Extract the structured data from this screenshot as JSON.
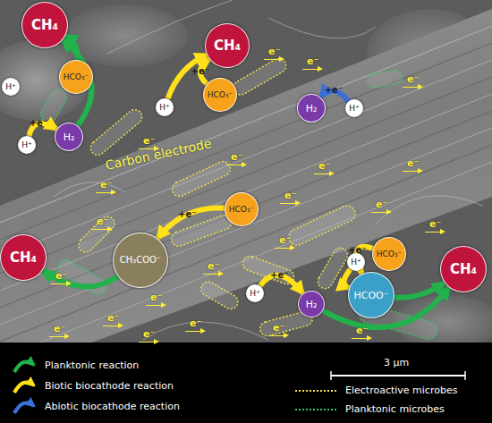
{
  "diagram": {
    "nodes": [
      {
        "text": [
          "CH₄"
        ]
      },
      {
        "text": [
          "CH₄"
        ]
      },
      {
        "text": [
          "HCO₃⁻"
        ]
      },
      {
        "text": [
          "H⁺"
        ]
      },
      {
        "text": [
          "HCO₃⁻"
        ]
      },
      {
        "text": [
          "H⁺"
        ]
      },
      {
        "text": [
          "H₂"
        ]
      },
      {
        "text": [
          "H⁺"
        ]
      },
      {
        "text": [
          "H₂"
        ]
      },
      {
        "text": [
          "H⁺"
        ]
      },
      {
        "text": [
          "HCO₃⁻"
        ]
      },
      {
        "text": [
          "HCO₃⁻"
        ]
      },
      {
        "text": [
          "CH₄"
        ]
      },
      {
        "text": [
          "CH₃COO⁻"
        ]
      },
      {
        "text": [
          "H⁺"
        ]
      },
      {
        "text": [
          "CH₄"
        ]
      },
      {
        "text": [
          "H⁺"
        ]
      },
      {
        "text": [
          "HCOO⁻"
        ]
      },
      {
        "text": [
          "H₂"
        ]
      }
    ],
    "edges": [
      {
        "from": 2,
        "to": 0,
        "arrow": "to"
      },
      {
        "from": 8,
        "to": 0,
        "arrow": "to"
      },
      {
        "from": 9,
        "to": 8,
        "label": "+e⁻",
        "arrow": "to"
      },
      {
        "from": 4,
        "to": 1,
        "label": "+e⁻",
        "arrow": "to"
      },
      {
        "from": 5,
        "to": 1,
        "arrow": "to"
      },
      {
        "from": 7,
        "to": 6,
        "label": "+e⁻",
        "arrow": "to"
      },
      {
        "from": 10,
        "to": 13,
        "label": "+e⁻",
        "arrow": "to"
      },
      {
        "from": 13,
        "to": 12,
        "arrow": "to"
      },
      {
        "from": 16,
        "to": 18,
        "label": "+e⁻",
        "arrow": "to"
      },
      {
        "from": 11,
        "to": 17,
        "label": "+e⁻",
        "arrow": "to"
      },
      {
        "from": 14,
        "to": 17,
        "arrow": "to"
      },
      {
        "from": 18,
        "to": 15,
        "arrow": "to"
      },
      {
        "from": 17,
        "to": 15,
        "arrow": "to"
      }
    ],
    "labels": [
      "Carbon electrode",
      "e⁻",
      "e⁻",
      "e⁻",
      "e⁻",
      "e⁻",
      "e⁻",
      "e⁻",
      "e⁻",
      "e⁻",
      "e⁻",
      "e⁻",
      "e⁻",
      "e⁻",
      "e⁻",
      "e⁻",
      "e⁻",
      "e⁻",
      "e⁻",
      "e⁻",
      "e⁻",
      "e⁻",
      "e⁻",
      "3 µm"
    ],
    "legend": [
      {
        "text": "Planktonic reaction"
      },
      {
        "text": "Biotic biocathode reaction"
      },
      {
        "text": "Abiotic biocathode reaction"
      },
      {
        "text": "Electroactive microbes"
      },
      {
        "text": "Planktonic microbes"
      }
    ]
  }
}
